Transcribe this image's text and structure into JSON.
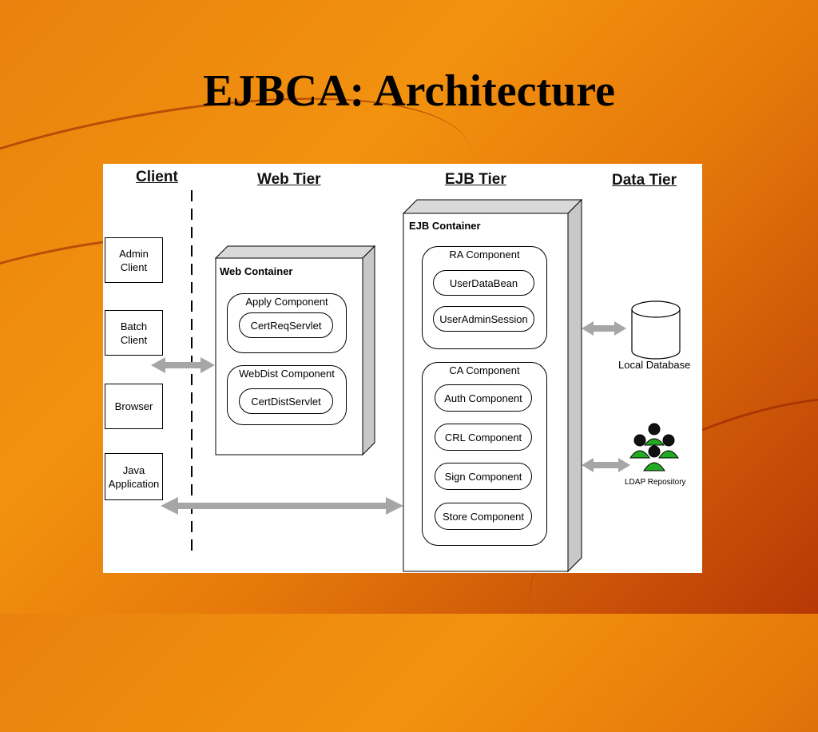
{
  "slide": {
    "title": "EJBCA: Architecture"
  },
  "tiers": {
    "client": "Client",
    "web": "Web Tier",
    "ejb": "EJB Tier",
    "data": "Data Tier"
  },
  "clients": [
    {
      "label": "Admin\nClient"
    },
    {
      "label": "Batch\nClient"
    },
    {
      "label": "Browser"
    },
    {
      "label": "Java\nApplication"
    }
  ],
  "web_container": {
    "label": "Web Container",
    "apply_component": {
      "label": "Apply Component",
      "servlet": "CertReqServlet"
    },
    "webdist_component": {
      "label": "WebDist Component",
      "servlet": "CertDistServlet"
    }
  },
  "ejb_container": {
    "label": "EJB Container",
    "ra_component": {
      "label": "RA Component",
      "items": [
        "UserDataBean",
        "UserAdminSession"
      ]
    },
    "ca_component": {
      "label": "CA Component",
      "items": [
        "Auth Component",
        "CRL Component",
        "Sign Component",
        "Store Component"
      ]
    }
  },
  "data_tier": {
    "local_database": "Local Database",
    "ldap": "LDAP Repository"
  },
  "colors": {
    "background": "#f2920f",
    "arrow": "#a6a6a6",
    "ldap_users": "#22aa22"
  }
}
